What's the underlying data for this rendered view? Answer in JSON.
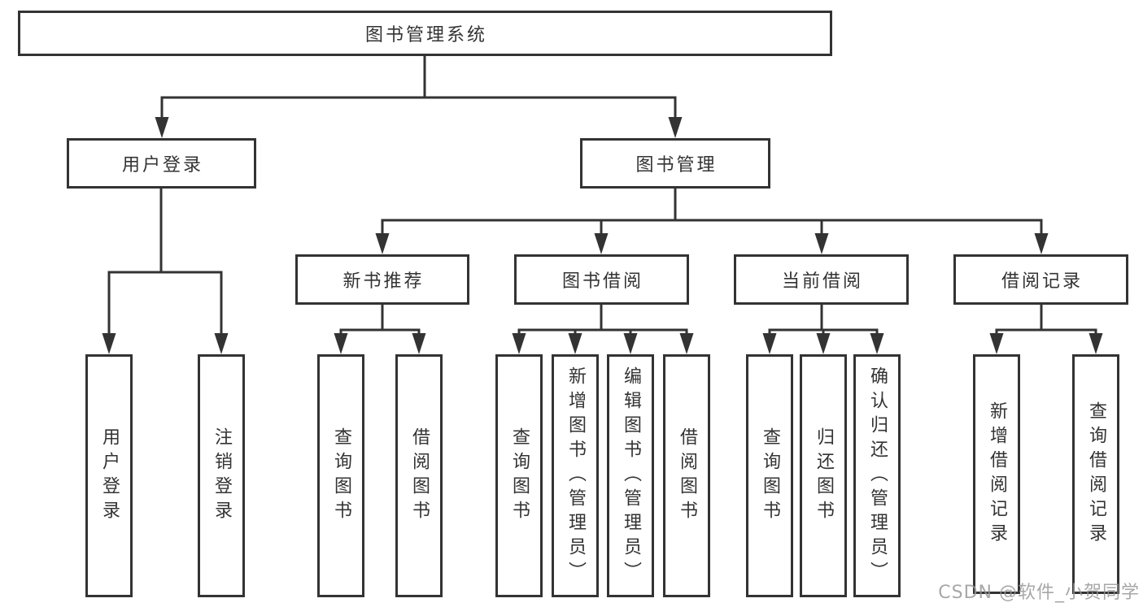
{
  "diagram": {
    "root": {
      "label": "图书管理系统"
    },
    "branches": [
      {
        "label": "用户登录",
        "children": [
          {
            "label": "用户登录"
          },
          {
            "label": "注销登录"
          }
        ]
      },
      {
        "label": "图书管理",
        "children": [
          {
            "label": "新书推荐",
            "children": [
              {
                "label": "查询图书"
              },
              {
                "label": "借阅图书"
              }
            ]
          },
          {
            "label": "图书借阅",
            "children": [
              {
                "label": "查询图书"
              },
              {
                "label": "新增图书（管理员）"
              },
              {
                "label": "编辑图书（管理员）"
              },
              {
                "label": "借阅图书"
              }
            ]
          },
          {
            "label": "当前借阅",
            "children": [
              {
                "label": "查询图书"
              },
              {
                "label": "归还图书"
              },
              {
                "label": "确认归还（管理员）"
              }
            ]
          },
          {
            "label": "借阅记录",
            "children": [
              {
                "label": "新增借阅记录"
              },
              {
                "label": "查询借阅记录"
              }
            ]
          }
        ]
      }
    ]
  },
  "watermark": {
    "text": "CSDN @软件_小贺同学"
  },
  "colors": {
    "line": "#333333",
    "text": "#333333",
    "background": "#ffffff",
    "watermark": "#949494"
  }
}
